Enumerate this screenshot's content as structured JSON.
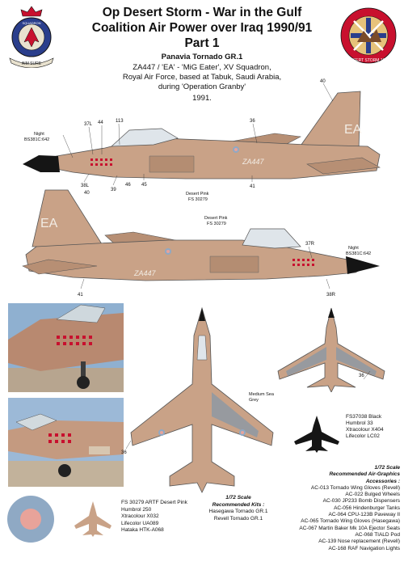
{
  "header": {
    "title_line1": "Op Desert Storm - War in the Gulf",
    "title_line2": "Coalition Air Power over Iraq 1990/91",
    "title_line3": "Part 1",
    "aircraft": "Panavia Tornado GR.1",
    "desc_line1": "ZA447 / 'EA' - 'MiG Eater', XV Squadron,",
    "desc_line2": "Royal Air Force, based at Tabuk, Saudi Arabia,",
    "desc_line3": "during 'Operation Granby'",
    "year": "1991."
  },
  "badges": {
    "left_banner": "SQUADRON",
    "left_motto": "AIM SURE",
    "right_text": "DESERT STORM 1991"
  },
  "colors": {
    "desert_pink": "#c9a287",
    "desert_dark": "#a9826a",
    "night_black": "#151515",
    "sea_grey": "#8e99a3",
    "roundel_blue": "#8fa9c4",
    "roundel_red": "#e8a39a"
  },
  "profile_top": {
    "code": "EA",
    "serial": "ZA447",
    "callouts": [
      "40",
      "37L",
      "44",
      "113",
      "36",
      "38L",
      "40",
      "39",
      "46",
      "45",
      "41"
    ],
    "night_label": "Night",
    "night_code": "BS381C:642",
    "pink_label": "Desert Pink",
    "pink_code": "FS 30279"
  },
  "profile_bottom": {
    "code": "EA",
    "serial": "ZA447",
    "callouts": [
      "37R",
      "38R",
      "41"
    ],
    "pink_label": "Desert Pink",
    "pink_code": "FS 30279",
    "night_label": "Night",
    "night_code": "BS381C:642"
  },
  "plan_views": {
    "sea_grey_label": "Medium Sea Grey",
    "callout_left": "36",
    "callout_right": "36"
  },
  "black_paint": {
    "fs": "FS37038 Black",
    "humbrol": "Humbrol 33",
    "xtracolour": "Xtracolour X404",
    "lifecolor": "Lifecolor LC02"
  },
  "pink_paint": {
    "fs": "FS 30279 ARTF Desert Pink",
    "humbrol": "Humbrol 250",
    "xtracolour": "Xtracolour X032",
    "lifecolor": "Lifecolor UA089",
    "hataka": "Hataka HTK-A068"
  },
  "kits": {
    "scale": "1/72 Scale",
    "heading": "Recommended Kits :",
    "items": [
      "Hasegawa Tornado GR.1",
      "Revell Tornado GR.1"
    ]
  },
  "accessories": {
    "scale": "1/72 Scale",
    "heading1": "Recommended Air-Graphics",
    "heading2": "Accessories :",
    "items": [
      "AC-013 Tornado Wing Gloves (Revell)",
      "AC-022 Bulged Wheels",
      "AC-030 JP233 Bomb Dispensers",
      "AC-056 Hindenburger Tanks",
      "AC-064 CPU-123B Paveway II",
      "AC-065 Tornado Wing Gloves (Hasegawa)",
      "AC-067 Martin Baker Mk 10A Ejector Seats",
      "AC-068 TIALD Pod",
      "AC-139 Nose replacement (Revell)",
      "AC-168 RAF Navigation Lights"
    ]
  }
}
